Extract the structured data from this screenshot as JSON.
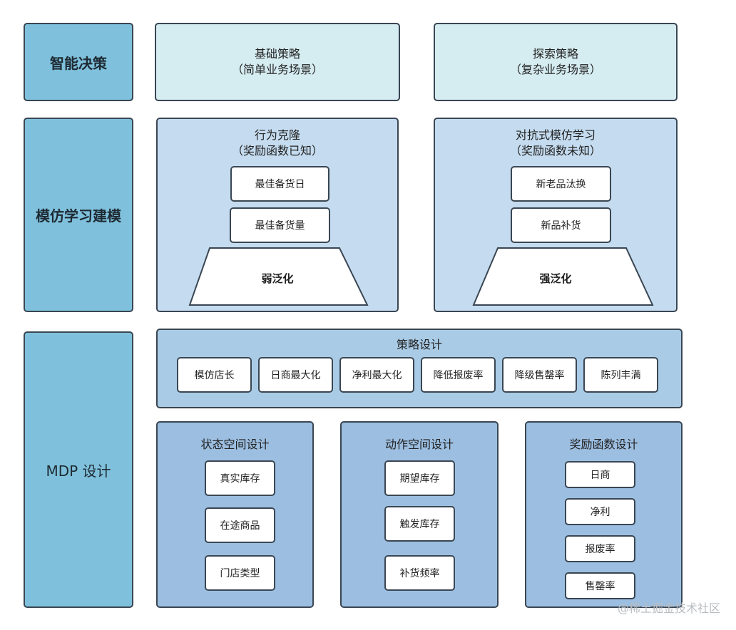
{
  "rows": {
    "decision": {
      "label": "智能决策",
      "basic": {
        "title": "基础策略",
        "subtitle": "（简单业务场景）"
      },
      "explore": {
        "title": "探索策略",
        "subtitle": "（复杂业务场景）"
      }
    },
    "imitation": {
      "label": "模仿学习建模",
      "cloning": {
        "title": "行为克隆",
        "subtitle": "（奖励函数已知）",
        "items": [
          "最佳备货日",
          "最佳备货量"
        ],
        "base": "弱泛化"
      },
      "adversarial": {
        "title": "对抗式模仿学习",
        "subtitle": "（奖励函数未知）",
        "items": [
          "新老品汰换",
          "新品补货"
        ],
        "base": "强泛化"
      }
    },
    "mdp": {
      "label": "MDP 设计",
      "strategy": {
        "title": "策略设计",
        "items": [
          "模仿店长",
          "日商最大化",
          "净利最大化",
          "降低报废率",
          "降级售罄率",
          "陈列丰满"
        ]
      },
      "state": {
        "title": "状态空间设计",
        "items": [
          "真实库存",
          "在途商品",
          "门店类型"
        ]
      },
      "action": {
        "title": "动作空间设计",
        "items": [
          "期望库存",
          "触发库存",
          "补货频率"
        ]
      },
      "reward": {
        "title": "奖励函数设计",
        "items": [
          "日商",
          "净利",
          "报废率",
          "售罄率"
        ]
      }
    }
  },
  "watermark": "@稀土掘金技术社区"
}
